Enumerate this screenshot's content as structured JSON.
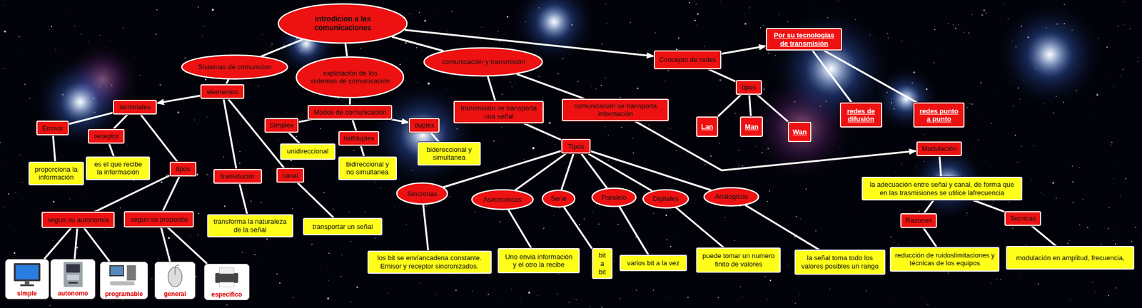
{
  "diagram": {
    "nodes": [
      {
        "text": [
          "introdicion a las comunicaciones"
        ]
      },
      {
        "text": [
          "Sistemas de comunicion"
        ]
      },
      {
        "text": [
          "elementos"
        ]
      },
      {
        "text": [
          "terminales"
        ]
      },
      {
        "text": [
          "Emisor"
        ]
      },
      {
        "text": [
          "proporciona la información"
        ]
      },
      {
        "text": [
          "receptor"
        ]
      },
      {
        "text": [
          "es el que recibe la información"
        ]
      },
      {
        "text": [
          "tipos"
        ]
      },
      {
        "text": [
          "segun su autonomía"
        ]
      },
      {
        "text": [
          "segun su proposito"
        ]
      },
      {
        "text": [
          "simple"
        ]
      },
      {
        "text": [
          "autonomo"
        ]
      },
      {
        "text": [
          "programable"
        ]
      },
      {
        "text": [
          "general"
        ]
      },
      {
        "text": [
          "especifico"
        ]
      },
      {
        "text": [
          "transductor"
        ]
      },
      {
        "text": [
          "transforma la naturaleza de la señal"
        ]
      },
      {
        "text": [
          "canal"
        ]
      },
      {
        "text": [
          "transportar un señal"
        ]
      },
      {
        "text": [
          "explotación de los sistemas de comunicación"
        ]
      },
      {
        "text": [
          "Modos de comunicación"
        ]
      },
      {
        "text": [
          "Simplex"
        ]
      },
      {
        "text": [
          "unidireccional"
        ]
      },
      {
        "text": [
          "halfduplex"
        ]
      },
      {
        "text": [
          "bidireccional y no simultanea"
        ]
      },
      {
        "text": [
          "duplex"
        ]
      },
      {
        "text": [
          "bidereccional y simultanea"
        ]
      },
      {
        "text": [
          "comunicación y transmisión"
        ]
      },
      {
        "text": [
          "transmisión se transporta una señal"
        ]
      },
      {
        "text": [
          "comunicación se transporta información"
        ]
      },
      {
        "text": [
          "Tipos"
        ]
      },
      {
        "text": [
          "Sincronas"
        ]
      },
      {
        "text": [
          "los bit se envíancadena constante. Emisor y receptor sincronizados."
        ]
      },
      {
        "text": [
          "Asincronicas"
        ]
      },
      {
        "text": [
          "Uno envia información y el otro la recibe"
        ]
      },
      {
        "text": [
          "Serie"
        ]
      },
      {
        "text": [
          "bit a bit"
        ]
      },
      {
        "text": [
          "Paralelo"
        ]
      },
      {
        "text": [
          "varios bit a la vez"
        ]
      },
      {
        "text": [
          "Digitales"
        ]
      },
      {
        "text": [
          "puede tomar un numero finito de valores"
        ]
      },
      {
        "text": [
          "Analogicos"
        ]
      },
      {
        "text": [
          "la señal toma todo los valores posibles un rango"
        ]
      },
      {
        "text": [
          "Concepto de redes"
        ]
      },
      {
        "text": [
          "Por su tecnologias de transmisión"
        ]
      },
      {
        "text": [
          "tipos"
        ]
      },
      {
        "text": [
          "Lan"
        ]
      },
      {
        "text": [
          "Man"
        ]
      },
      {
        "text": [
          "Wan"
        ]
      },
      {
        "text": [
          "redes de difusión"
        ]
      },
      {
        "text": [
          "redes punto a punto"
        ]
      },
      {
        "text": [
          "Modulación"
        ]
      },
      {
        "text": [
          "la adecuación entre señal y canal, de forma que en las trasmisiones se utilice lafrecuencia"
        ]
      },
      {
        "text": [
          "Razones"
        ]
      },
      {
        "text": [
          "reducción de ruidoslimitaciones y técnicas de los equipos"
        ]
      },
      {
        "text": [
          "Tecnicas"
        ]
      },
      {
        "text": [
          "modulación en amplitud, frecuencia,"
        ]
      }
    ],
    "edges": [
      {
        "from": 0,
        "to": 1,
        "arrow": "none"
      },
      {
        "from": 0,
        "to": 20,
        "arrow": "none"
      },
      {
        "from": 0,
        "to": 28,
        "arrow": "none"
      },
      {
        "from": 0,
        "to": 44,
        "arrow": "to"
      },
      {
        "from": 1,
        "to": 2,
        "arrow": "none"
      },
      {
        "from": 2,
        "to": 3,
        "arrow": "to"
      },
      {
        "from": 2,
        "to": 16,
        "arrow": "none"
      },
      {
        "from": 2,
        "to": 18,
        "arrow": "none"
      },
      {
        "from": 3,
        "to": 4,
        "arrow": "none"
      },
      {
        "from": 3,
        "to": 6,
        "arrow": "none"
      },
      {
        "from": 3,
        "to": 8,
        "arrow": "none"
      },
      {
        "from": 4,
        "to": 5,
        "arrow": "none"
      },
      {
        "from": 6,
        "to": 7,
        "arrow": "none"
      },
      {
        "from": 8,
        "to": 9,
        "arrow": "none"
      },
      {
        "from": 8,
        "to": 10,
        "arrow": "none"
      },
      {
        "from": 9,
        "to": 11,
        "arrow": "none"
      },
      {
        "from": 9,
        "to": 12,
        "arrow": "none"
      },
      {
        "from": 9,
        "to": 13,
        "arrow": "none"
      },
      {
        "from": 10,
        "to": 14,
        "arrow": "none"
      },
      {
        "from": 10,
        "to": 15,
        "arrow": "none"
      },
      {
        "from": 16,
        "to": 17,
        "arrow": "none"
      },
      {
        "from": 18,
        "to": 19,
        "arrow": "none"
      },
      {
        "from": 20,
        "to": 21,
        "arrow": "none"
      },
      {
        "from": 21,
        "to": 22,
        "arrow": "none"
      },
      {
        "from": 21,
        "to": 24,
        "arrow": "none"
      },
      {
        "from": 21,
        "to": 26,
        "arrow": "to"
      },
      {
        "from": 22,
        "to": 23,
        "arrow": "none"
      },
      {
        "from": 24,
        "to": 25,
        "arrow": "none"
      },
      {
        "from": 26,
        "to": 27,
        "arrow": "none"
      },
      {
        "from": 28,
        "to": 29,
        "arrow": "none"
      },
      {
        "from": 28,
        "to": 30,
        "arrow": "none"
      },
      {
        "from": 29,
        "to": 31,
        "arrow": "none"
      },
      {
        "from": 30,
        "to": 52,
        "arrow": "to"
      },
      {
        "from": 31,
        "to": 32,
        "arrow": "none"
      },
      {
        "from": 31,
        "to": 34,
        "arrow": "none"
      },
      {
        "from": 31,
        "to": 36,
        "arrow": "none"
      },
      {
        "from": 31,
        "to": 38,
        "arrow": "none"
      },
      {
        "from": 31,
        "to": 40,
        "arrow": "none"
      },
      {
        "from": 31,
        "to": 42,
        "arrow": "none"
      },
      {
        "from": 32,
        "to": 33,
        "arrow": "none"
      },
      {
        "from": 34,
        "to": 35,
        "arrow": "none"
      },
      {
        "from": 36,
        "to": 37,
        "arrow": "none"
      },
      {
        "from": 38,
        "to": 39,
        "arrow": "none"
      },
      {
        "from": 40,
        "to": 41,
        "arrow": "none"
      },
      {
        "from": 42,
        "to": 43,
        "arrow": "none"
      },
      {
        "from": 44,
        "to": 45,
        "arrow": "to"
      },
      {
        "from": 44,
        "to": 46,
        "arrow": "none"
      },
      {
        "from": 46,
        "to": 47,
        "arrow": "none"
      },
      {
        "from": 46,
        "to": 48,
        "arrow": "none"
      },
      {
        "from": 46,
        "to": 49,
        "arrow": "none"
      },
      {
        "from": 45,
        "to": 50,
        "arrow": "none"
      },
      {
        "from": 45,
        "to": 51,
        "arrow": "none"
      },
      {
        "from": 52,
        "to": 53,
        "arrow": "none"
      },
      {
        "from": 53,
        "to": 54,
        "arrow": "none"
      },
      {
        "from": 53,
        "to": 56,
        "arrow": "none"
      },
      {
        "from": 54,
        "to": 55,
        "arrow": "none"
      },
      {
        "from": 56,
        "to": 57,
        "arrow": "none"
      }
    ]
  }
}
